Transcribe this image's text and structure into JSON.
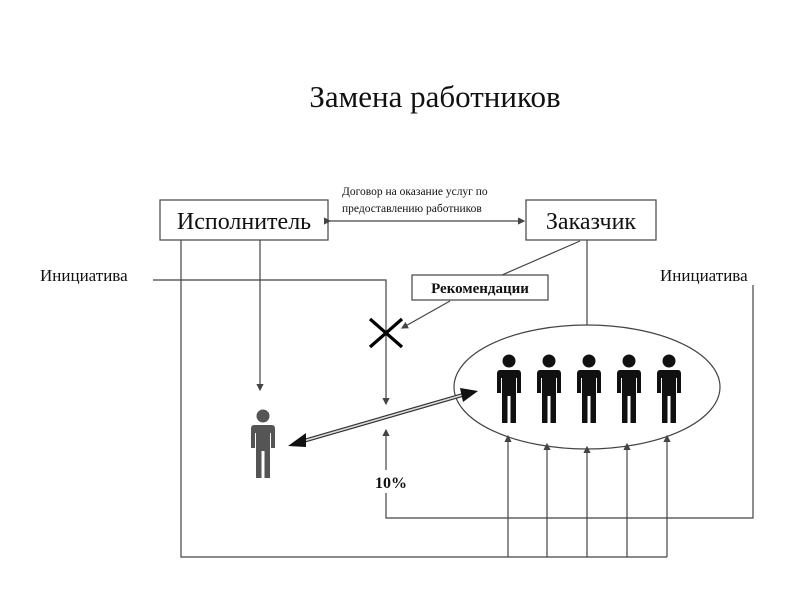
{
  "title": "Замена работников",
  "nodes": {
    "executor": "Исполнитель",
    "customer": "Заказчик",
    "recommendations": "Рекомендации"
  },
  "contract": {
    "line1": "Договор на оказание услуг по",
    "line2": "предоставлению работников"
  },
  "initiative_left": "Инициатива",
  "initiative_right": "Инициатива",
  "percent_label": "10%",
  "colors": {
    "figures": "#111111",
    "single_figure": "#555555",
    "lines": "#444444"
  }
}
